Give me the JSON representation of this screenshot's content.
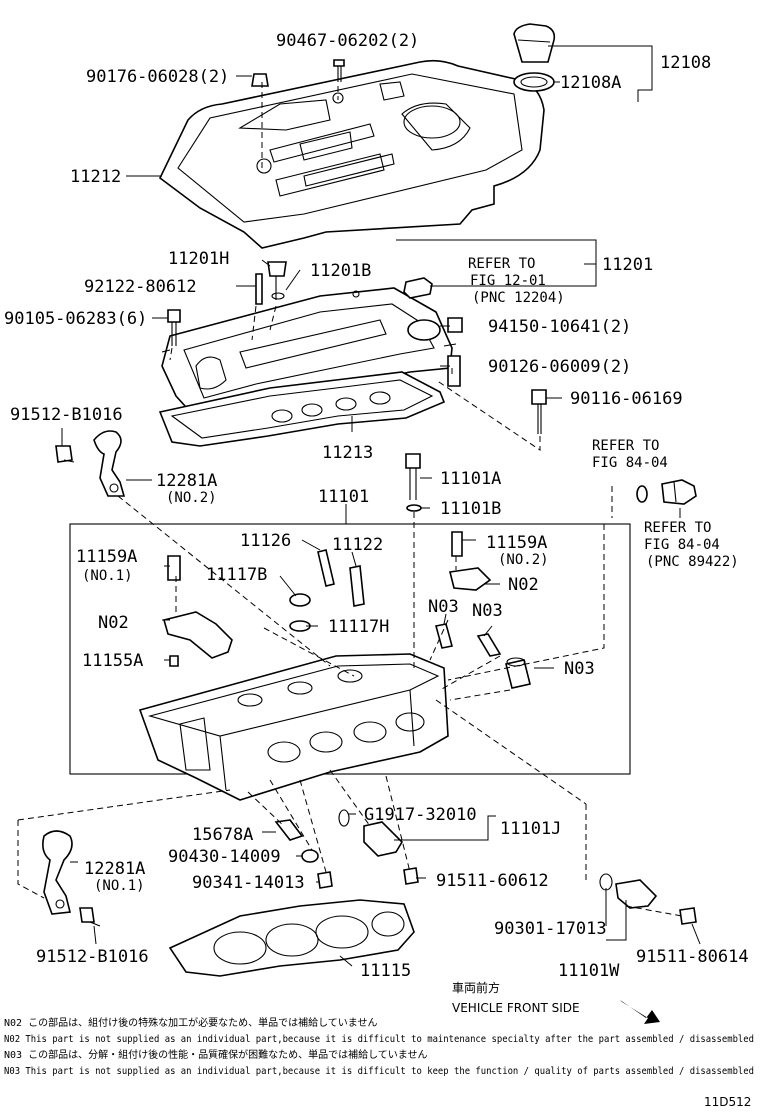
{
  "labels": {
    "p90467": "90467-06202(2)",
    "p12108": "12108",
    "p90176": "90176-06028(2)",
    "p12108A": "12108A",
    "p11212": "11212",
    "p11201H": "11201H",
    "p11201B": "11201B",
    "refer1_line1": "REFER TO",
    "refer1_line2": "FIG 12-01",
    "refer1_line3": "(PNC 12204)",
    "p11201": "11201",
    "p92122": "92122-80612",
    "p90105": "90105-06283(6)",
    "p94150": "94150-10641(2)",
    "p90126": "90126-06009(2)",
    "p90116": "90116-06169",
    "p91512a": "91512-B1016",
    "p11213": "11213",
    "refer2_line1": "REFER TO",
    "refer2_line2": "FIG 84-04",
    "p11101A": "11101A",
    "p12281A_a": "12281A",
    "p12281A_a_sub": "(NO.2)",
    "p11101": "11101",
    "p11101B": "11101B",
    "refer3_line1": "REFER TO",
    "refer3_line2": "FIG 84-04",
    "refer3_line3": "(PNC 89422)",
    "p11126": "11126",
    "p11122": "11122",
    "p11159A_a": "11159A",
    "p11159A_a_sub": "(NO.2)",
    "p11159A_b": "11159A",
    "p11159A_b_sub": "(NO.1)",
    "p11117B": "11117B",
    "pN02_a": "N02",
    "pN03_a": "N03",
    "pN03_b": "N03",
    "pN02_b": "N02",
    "p11117H": "11117H",
    "p11155A": "11155A",
    "pN03_c": "N03",
    "pG1917": "G1917-32010",
    "p11101J": "11101J",
    "p15678A": "15678A",
    "p12281A_b": "12281A",
    "p12281A_b_sub": "(NO.1)",
    "p90430": "90430-14009",
    "p90341": "90341-14013",
    "p91511a": "91511-60612",
    "p90301": "90301-17013",
    "p91512b": "91512-B1016",
    "p91511b": "91511-80614",
    "p11115": "11115",
    "p11101W": "11101W",
    "front_jp": "車両前方",
    "front_en": "VEHICLE FRONT SIDE",
    "diagram_code": "11D512"
  },
  "notes": [
    "N02 この部品は、組付け後の特殊な加工が必要なため、単品では補給していません",
    "N02 This part is not supplied as an individual part,because it is difficult to maintenance specialty after the part assembled / disassembled",
    "N03 この部品は、分解・組付け後の性能・品質確保が困難なため、単品では補給していません",
    "N03 This part is not supplied as an individual part,because it is difficult to keep the function / quality of parts assembled / disassembled"
  ]
}
